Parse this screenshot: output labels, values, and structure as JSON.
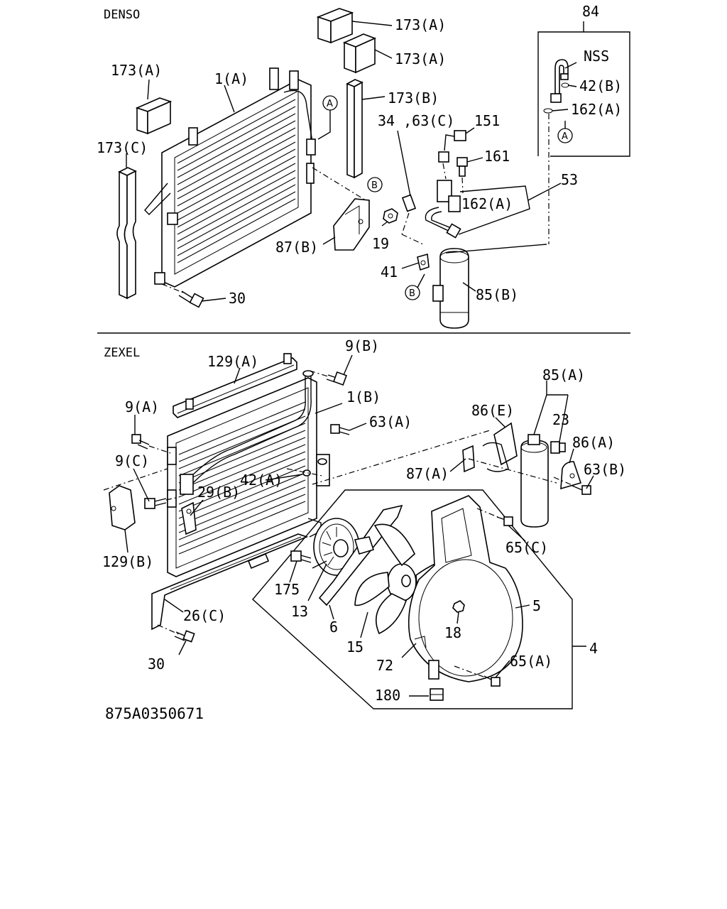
{
  "diagram": {
    "drawing_code": "875A0350671",
    "sections": [
      {
        "id": "denso",
        "title": "DENSO"
      },
      {
        "id": "zexel",
        "title": "ZEXEL"
      }
    ],
    "reference_marks": [
      "A",
      "B"
    ],
    "callouts": {
      "d_173a_1": "173(A)",
      "d_173a_2": "173(A)",
      "d_173a_3": "173(A)",
      "d_173b": "173(B)",
      "d_173c": "173(C)",
      "d_1a": "1(A)",
      "d_84": "84",
      "d_nss": "NSS",
      "d_42b": "42(B)",
      "d_162a_1": "162(A)",
      "d_162a_2": "162(A)",
      "d_34_63c": "34 ,63(C)",
      "d_151": "151",
      "d_161": "161",
      "d_53": "53",
      "d_87b": "87(B)",
      "d_19": "19",
      "d_41": "41",
      "d_85b": "85(B)",
      "d_30": "30",
      "z_129a": "129(A)",
      "z_9b": "9(B)",
      "z_1b": "1(B)",
      "z_9a": "9(A)",
      "z_63a": "63(A)",
      "z_85a": "85(A)",
      "z_86e": "86(E)",
      "z_23": "23",
      "z_86a": "86(A)",
      "z_9c": "9(C)",
      "z_42a": "42(A)",
      "z_87a": "87(A)",
      "z_63b": "63(B)",
      "z_29b": "29(B)",
      "z_129b": "129(B)",
      "z_65c": "65(C)",
      "z_175": "175",
      "z_5": "5",
      "z_13": "13",
      "z_26c": "26(C)",
      "z_6": "6",
      "z_18": "18",
      "z_4": "4",
      "z_15": "15",
      "z_72": "72",
      "z_65a": "65(A)",
      "z_30": "30",
      "z_180": "180"
    }
  }
}
